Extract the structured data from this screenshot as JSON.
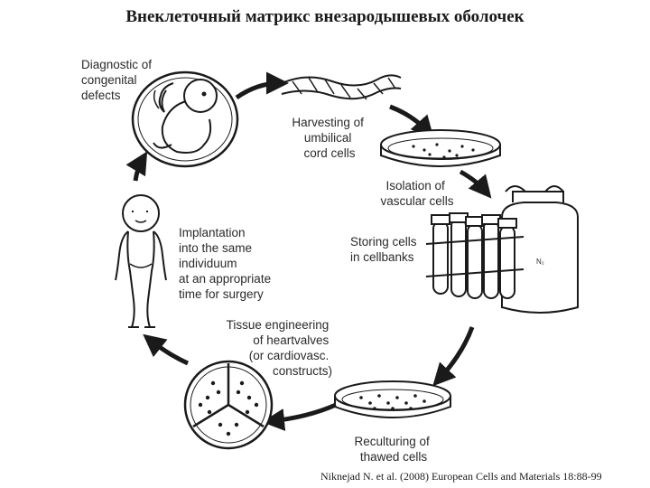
{
  "title": "Внеклеточный матрикс внезародышевых оболочек",
  "labels": {
    "diagnostic": [
      "Diagnostic of",
      "congenital",
      "defects"
    ],
    "harvesting": [
      "Harvesting of",
      "umbilical",
      "cord cells"
    ],
    "isolation": [
      "Isolation of",
      "vascular cells"
    ],
    "storing": [
      "Storing cells",
      "in cellbanks"
    ],
    "implantation": [
      "Implantation",
      "into the same",
      "individuum",
      "at an appropriate",
      "time for surgery"
    ],
    "tissue": [
      "Tissue engineering",
      "of heartvalves",
      "(or cardiovasc.",
      "constructs)"
    ],
    "reculturing": [
      "Reculturing of",
      "thawed cells"
    ],
    "nitrogen": "N₂"
  },
  "citation": "Niknejad N. et al. (2008) European Cells and Materials 18:88-99",
  "icons": [
    "fetus-in-womb-icon",
    "umbilical-cord-icon",
    "petri-dish-icon",
    "test-tubes-icon",
    "nitrogen-tank-icon",
    "baby-icon",
    "heart-valve-icon",
    "cycle-arrow-icon"
  ]
}
